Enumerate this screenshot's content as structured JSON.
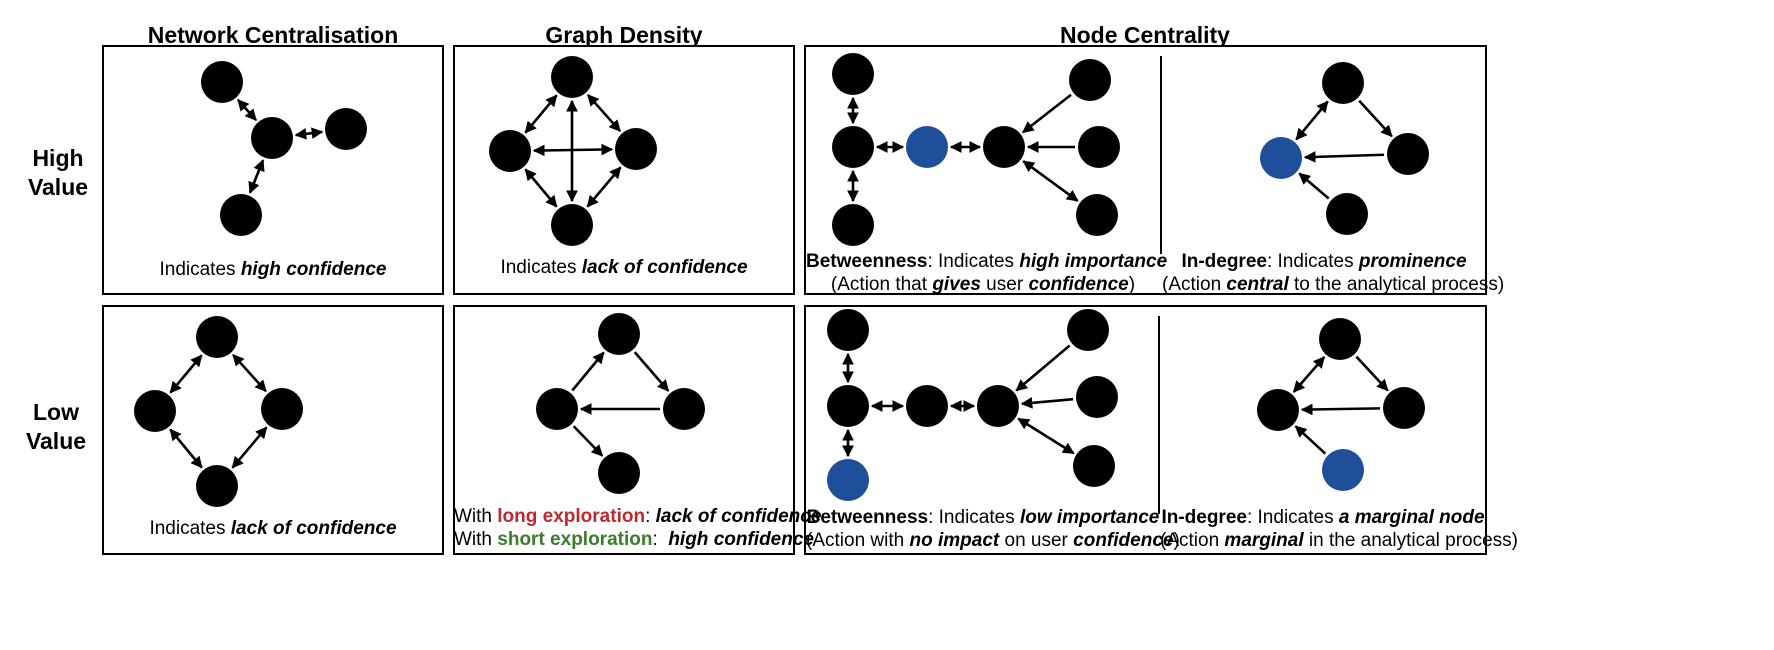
{
  "columns": {
    "network_centralisation": "Network Centralisation",
    "graph_density": "Graph Density",
    "node_centrality": "Node Centrality"
  },
  "rows": {
    "high": {
      "line1": "High",
      "line2": "Value"
    },
    "low": {
      "line1": "Low",
      "line2": "Value"
    }
  },
  "colors": {
    "node": "#000000",
    "highlight_node": "#1f4e9a",
    "long_exploration": "#c0282d",
    "short_exploration": "#3a7d2a"
  },
  "captions": {
    "nc_high": {
      "pre": "Indicates ",
      "em": "high confidence"
    },
    "gd_high": {
      "pre": "Indicates ",
      "em": "lack of confidence"
    },
    "bt_high": {
      "l1_bold": "Betweenness",
      "l1_mid": ": Indicates ",
      "l1_em": "high importance",
      "l2_pre": "(Action that ",
      "l2_em1": "gives",
      "l2_mid": " user ",
      "l2_em2": "confidence",
      "l2_post": ")"
    },
    "id_high": {
      "l1_bold": "In-degree",
      "l1_mid": ": Indicates ",
      "l1_em": "prominence",
      "l2_pre": "(Action ",
      "l2_em": "central",
      "l2_post": " to the analytical process)"
    },
    "nc_low": {
      "pre": "Indicates ",
      "em": "lack of confidence"
    },
    "gd_low": {
      "l1_pre": "With ",
      "l1_colored": "long exploration",
      "l1_mid": ": ",
      "l1_em": "lack of confidence",
      "l2_pre": "With ",
      "l2_colored": "short exploration",
      "l2_mid": ":  ",
      "l2_em": "high confidence"
    },
    "bt_low": {
      "l1_bold": "Betweenness",
      "l1_mid": ": Indicates ",
      "l1_em": "low importance",
      "l2_pre": "(Action with ",
      "l2_em1": "no impact",
      "l2_mid": " on user ",
      "l2_em2": "confidence",
      "l2_post": ")"
    },
    "id_low": {
      "l1_bold": "In-degree",
      "l1_mid": ": Indicates ",
      "l1_em": "a marginal node",
      "l2_pre": "(Action ",
      "l2_em": "marginal",
      "l2_post": " in the analytical process)"
    }
  }
}
